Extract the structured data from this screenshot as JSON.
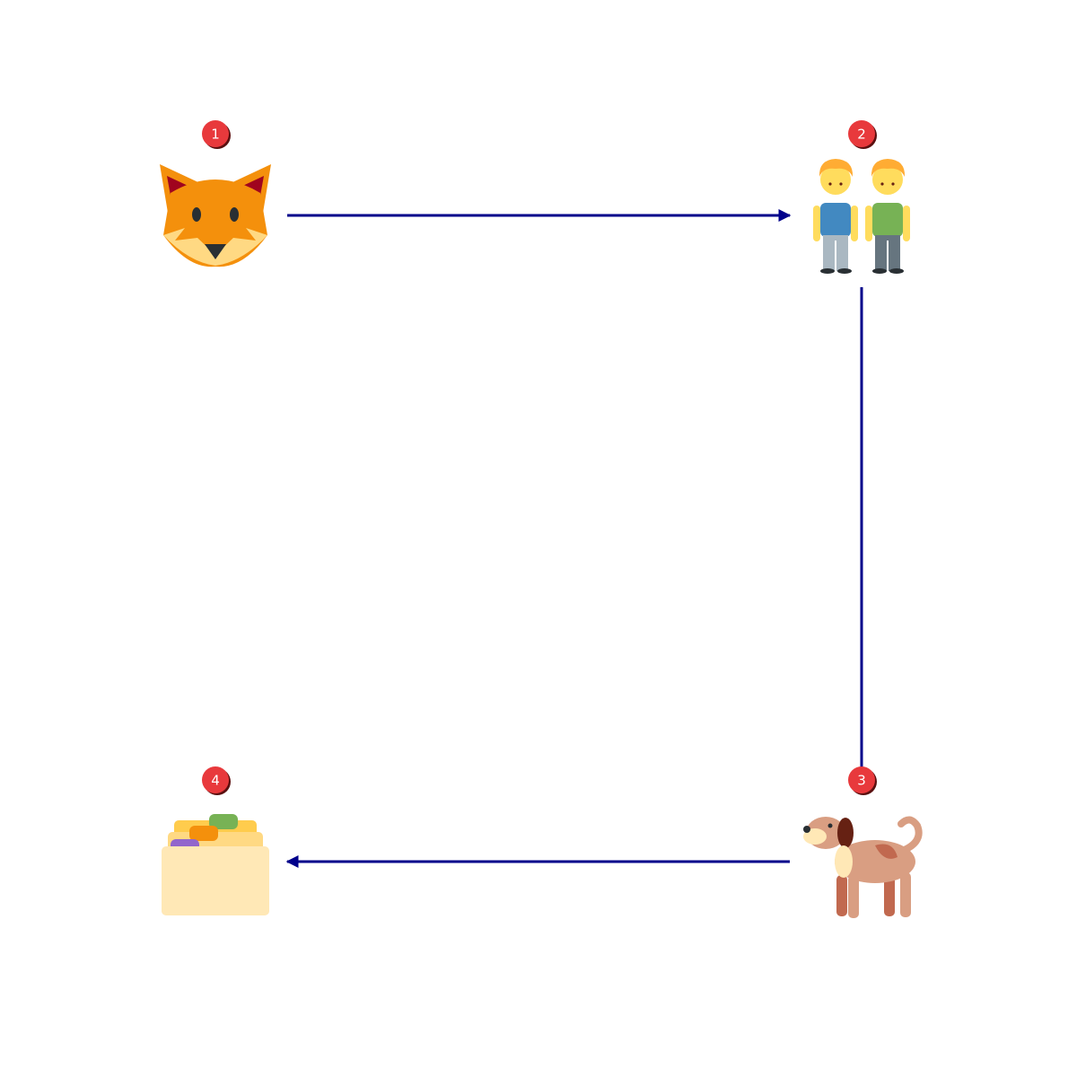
{
  "nodes": [
    {
      "id": "fox",
      "icon": "fox-face-icon",
      "badge": "1"
    },
    {
      "id": "people",
      "icon": "two-men-holding-hands-icon",
      "badge": "2"
    },
    {
      "id": "dog",
      "icon": "dog-icon",
      "badge": "3"
    },
    {
      "id": "files",
      "icon": "card-index-dividers-icon",
      "badge": "4"
    }
  ],
  "edges": [
    {
      "from": "fox",
      "to": "people",
      "arrow": true
    },
    {
      "from": "people",
      "to": "dog",
      "arrow": false
    },
    {
      "from": "dog",
      "to": "files",
      "arrow": true
    }
  ],
  "colors": {
    "edge": "#00008b",
    "badge_fill": "#e8393c",
    "badge_shadow": "#5a1010",
    "badge_text": "#ffffff",
    "fox_orange": "#f4900c",
    "fox_inner_ear": "#a0041e",
    "fox_cream": "#ffd983",
    "skin": "#ffdc5d",
    "hair": "#ffac33",
    "shirt_blue": "#4289c1",
    "shirt_green": "#77b255",
    "pants_light": "#aab8c2",
    "pants_dark": "#66757f",
    "dog_body": "#d99e82",
    "dog_dark": "#c1694f",
    "dog_ear": "#662113",
    "folder": "#ffe8b6",
    "tab_purple": "#9266cc"
  }
}
